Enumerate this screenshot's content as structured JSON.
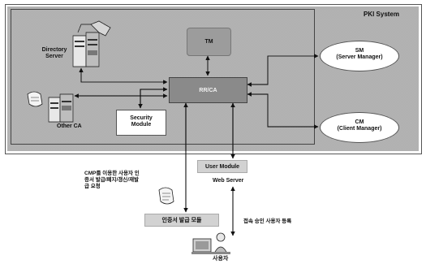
{
  "system": {
    "title": "PKI System"
  },
  "nodes": {
    "directory_server": "Directory Server",
    "tm": "TM",
    "rr_ca": "RR/CA",
    "other_ca": "Other CA",
    "security_module": [
      "Security",
      "Module"
    ],
    "sm": {
      "name": "SM",
      "full": "(Server Manager)"
    },
    "cm": {
      "name": "CM",
      "full": "(Client Manager)"
    },
    "user_module": "User Module",
    "web_server": "Web Server",
    "cert_issue_module": "인증서 발급 모듈",
    "user": "사용자"
  },
  "annotations": {
    "cmp_note": [
      "CMP를 이용한 사용자 인",
      "증서 발급/폐지/갱신/재발",
      "급 요청"
    ],
    "auth_note": "접속 승인 사용자 등록"
  }
}
